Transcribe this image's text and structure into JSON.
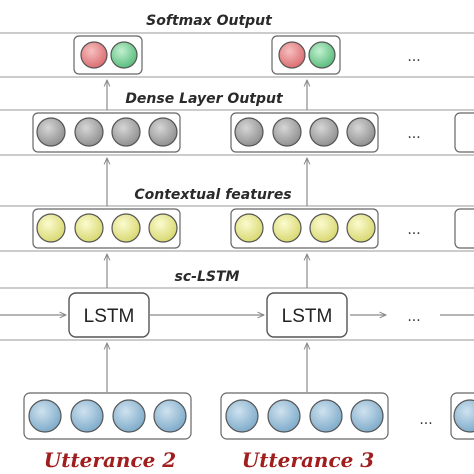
{
  "layers": {
    "softmax": "Softmax Output",
    "dense": "Dense Layer Output",
    "contextual": "Contextual features",
    "sclstm": "sc-LSTM"
  },
  "cells": {
    "lstm_a": "LSTM",
    "lstm_b": "LSTM"
  },
  "utterances": {
    "u2": "Utterance 2",
    "u3": "Utterance 3"
  },
  "ellipsis": "...",
  "colors": {
    "softmax_red": "#e58a8c",
    "softmax_green": "#7fd39a",
    "dense_gray": "#a9a9a9",
    "contextual_yellow": "#ecec9a",
    "input_blue": "#9fc3db",
    "utterance_text": "#a01e1e"
  }
}
